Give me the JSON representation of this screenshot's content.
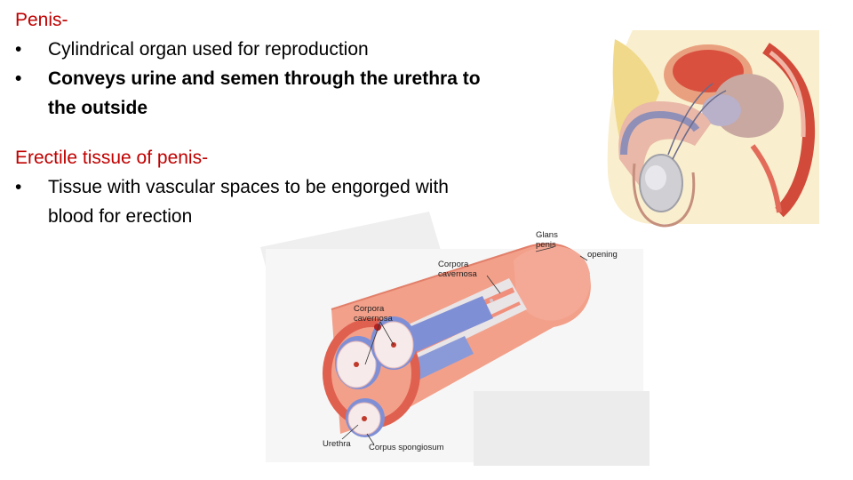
{
  "section1": {
    "heading": "Penis-",
    "bullets": [
      {
        "text": "Cylindrical organ used for reproduction",
        "bold": false
      },
      {
        "text": "Conveys urine and semen through the urethra to the outside",
        "bold": true
      }
    ]
  },
  "section2": {
    "heading": "Erectile tissue of penis-",
    "bullets": [
      {
        "text": "Tissue with vascular spaces to be engorged with blood for erection",
        "bold": false
      }
    ]
  },
  "bullet_char": "•",
  "diagram_labels": {
    "glans_line1": "Glans",
    "glans_line2": "penis",
    "opening": "opening",
    "corpora_top_line1": "Corpora",
    "corpora_top_line2": "cavernosa",
    "corpora_left_line1": "Corpora",
    "corpora_left_line2": "cavernosa",
    "urethra": "Urethra",
    "spongiosum": "Corpus spongiosum"
  },
  "colors": {
    "heading": "#c00000",
    "tissue": "#f2a08a",
    "tissue_dark": "#e0604f",
    "cavernosa": "#7f8fd6"
  }
}
